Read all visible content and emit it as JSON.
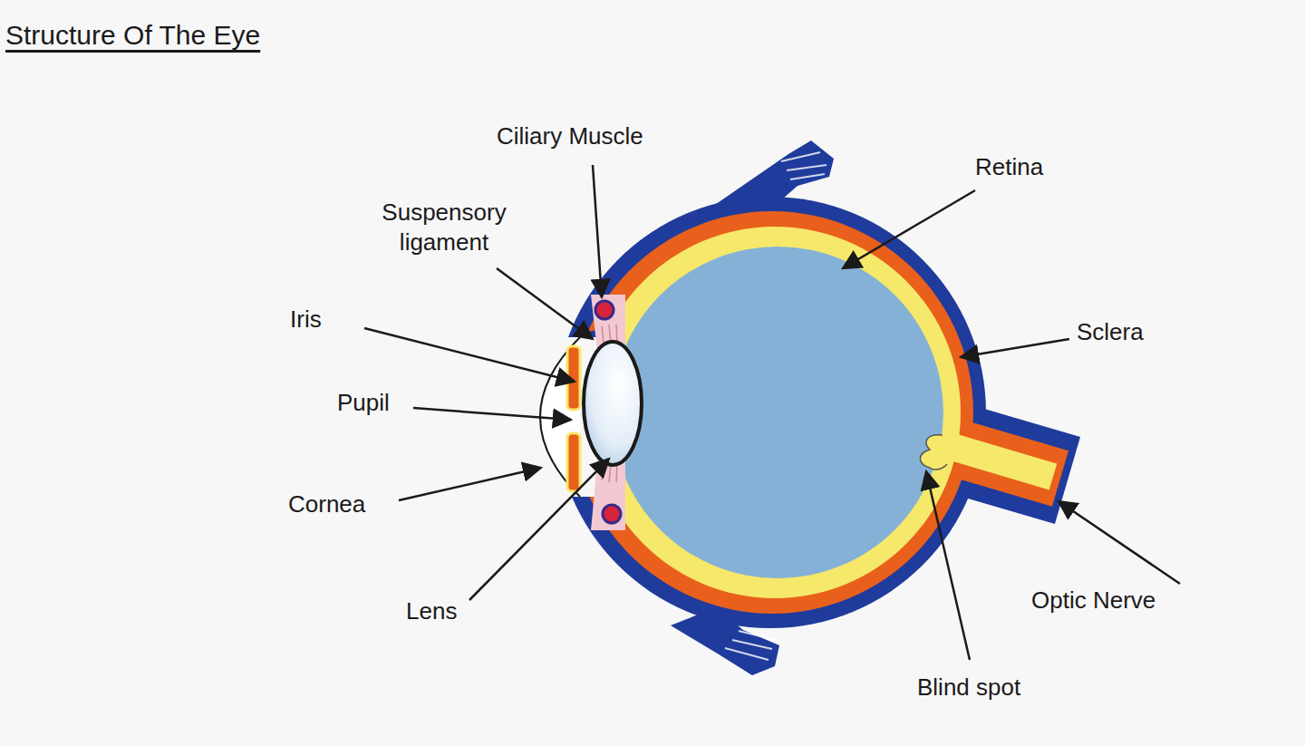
{
  "diagram": {
    "title": "Structure Of The Eye",
    "labels": [
      "Ciliary Muscle",
      "Suspensory ligament",
      "Iris",
      "Pupil",
      "Cornea",
      "Lens",
      "Retina",
      "Sclera",
      "Optic Nerve",
      "Blind spot"
    ]
  }
}
